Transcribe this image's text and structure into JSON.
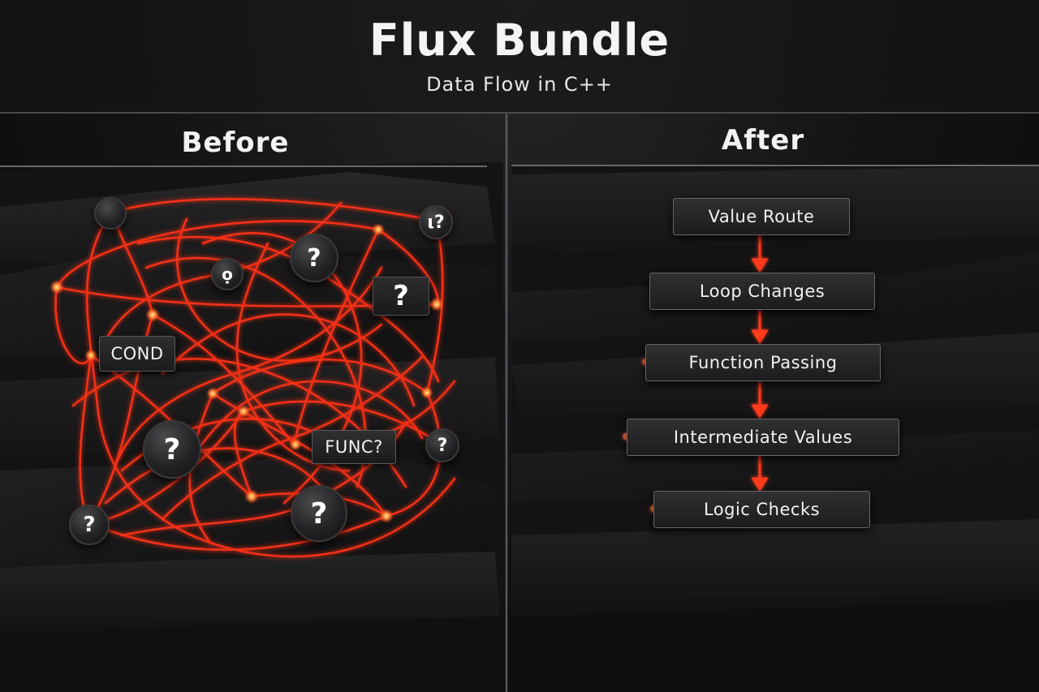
{
  "header": {
    "title": "Flux Bundle",
    "subtitle": "Data Flow in C++"
  },
  "before": {
    "title": "Before",
    "labels": [
      {
        "id": "cond",
        "text": "COND"
      },
      {
        "id": "func",
        "text": "FUNC?"
      }
    ],
    "badges": [
      {
        "id": "q1",
        "text": "?"
      },
      {
        "id": "q2",
        "text": "?"
      },
      {
        "id": "q3",
        "text": "?"
      },
      {
        "id": "q4",
        "text": "?"
      },
      {
        "id": "q5",
        "text": "?"
      },
      {
        "id": "q6",
        "text": "?"
      },
      {
        "id": "q7",
        "text": "ι?"
      },
      {
        "id": "q8",
        "text": "ọ"
      }
    ]
  },
  "after": {
    "title": "After",
    "steps": [
      "Value Route",
      "Loop Changes",
      "Function Passing",
      "Intermediate Values",
      "Logic Checks"
    ]
  },
  "colors": {
    "accent": "#ff3a1a",
    "glow": "#ff7a3a",
    "background": "#121213"
  }
}
